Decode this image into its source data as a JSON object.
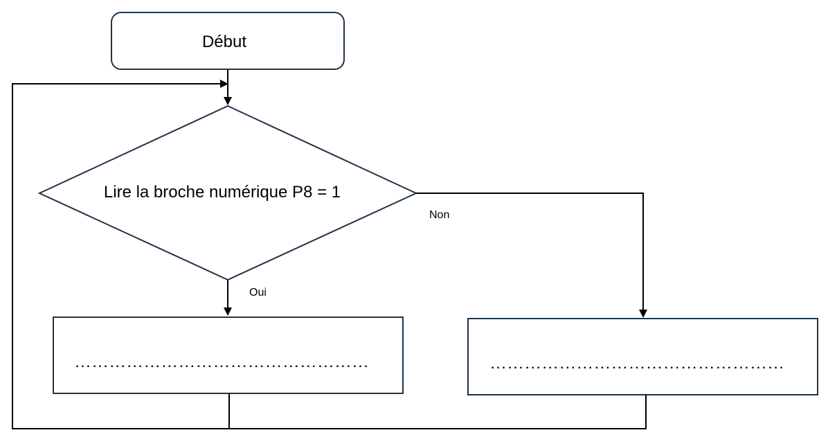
{
  "start": {
    "label": "Début"
  },
  "decision": {
    "label": "Lire la broche numérique P8 = 1"
  },
  "branches": {
    "yes_label": "Oui",
    "no_label": "Non"
  },
  "action_left": {
    "placeholder": "……………………………………………"
  },
  "action_right": {
    "placeholder": "……………………………………………"
  },
  "colors": {
    "shape_stroke": "#1f3347",
    "connector": "#000000",
    "background": "#ffffff"
  }
}
